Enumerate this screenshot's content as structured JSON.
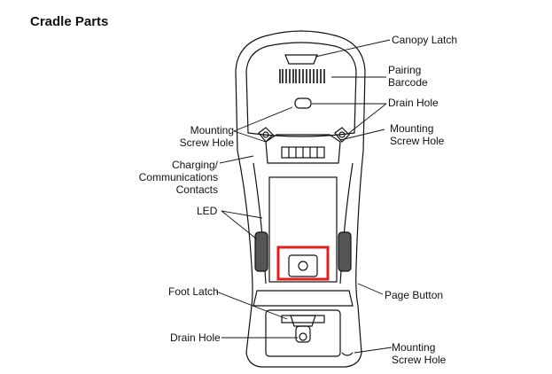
{
  "title": "Cradle Parts",
  "callouts": {
    "canopy_latch": "Canopy Latch",
    "pairing_barcode_line1": "Pairing",
    "pairing_barcode_line2": "Barcode",
    "drain_hole_top": "Drain Hole",
    "mounting_screw_hole_left_line1": "Mounting",
    "mounting_screw_hole_left_line2": "Screw Hole",
    "mounting_screw_hole_right_line1": "Mounting",
    "mounting_screw_hole_right_line2": "Screw Hole",
    "charging_line1": "Charging/",
    "charging_line2": "Communications",
    "charging_line3": "Contacts",
    "led": "LED",
    "foot_latch": "Foot Latch",
    "page_button": "Page Button",
    "drain_hole_bottom": "Drain Hole",
    "mounting_screw_hole_bottom_line1": "Mounting",
    "mounting_screw_hole_bottom_line2": "Screw Hole"
  },
  "highlight_color": "#e0201c"
}
